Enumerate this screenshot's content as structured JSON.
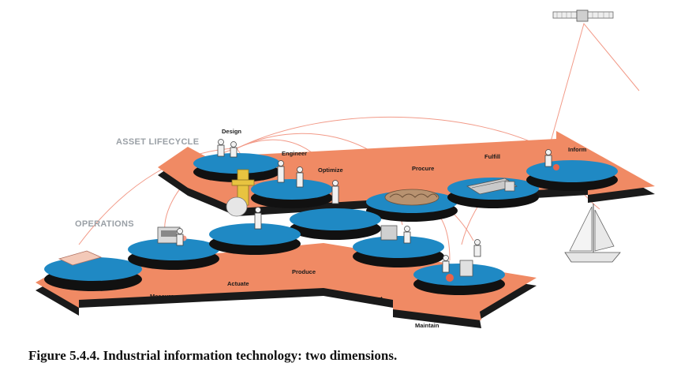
{
  "diagram": {
    "dimensions": [
      "ASSET LIFECYCLE",
      "OPERATIONS"
    ],
    "lifecycle_stages": [
      "Design",
      "Engineer",
      "Optimize",
      "Procure",
      "Fulfill",
      "Inform"
    ],
    "operations_stages": [
      "Measure",
      "Actuate",
      "Produce",
      "Support",
      "Maintain"
    ],
    "colors": {
      "arrow": "#f08a64",
      "arrow_shadow": "#1a1a1a",
      "platform": "#1f89c4",
      "link_line": "#f29a88"
    }
  },
  "caption": "Figure 5.4.4. Industrial information technology: two dimensions."
}
